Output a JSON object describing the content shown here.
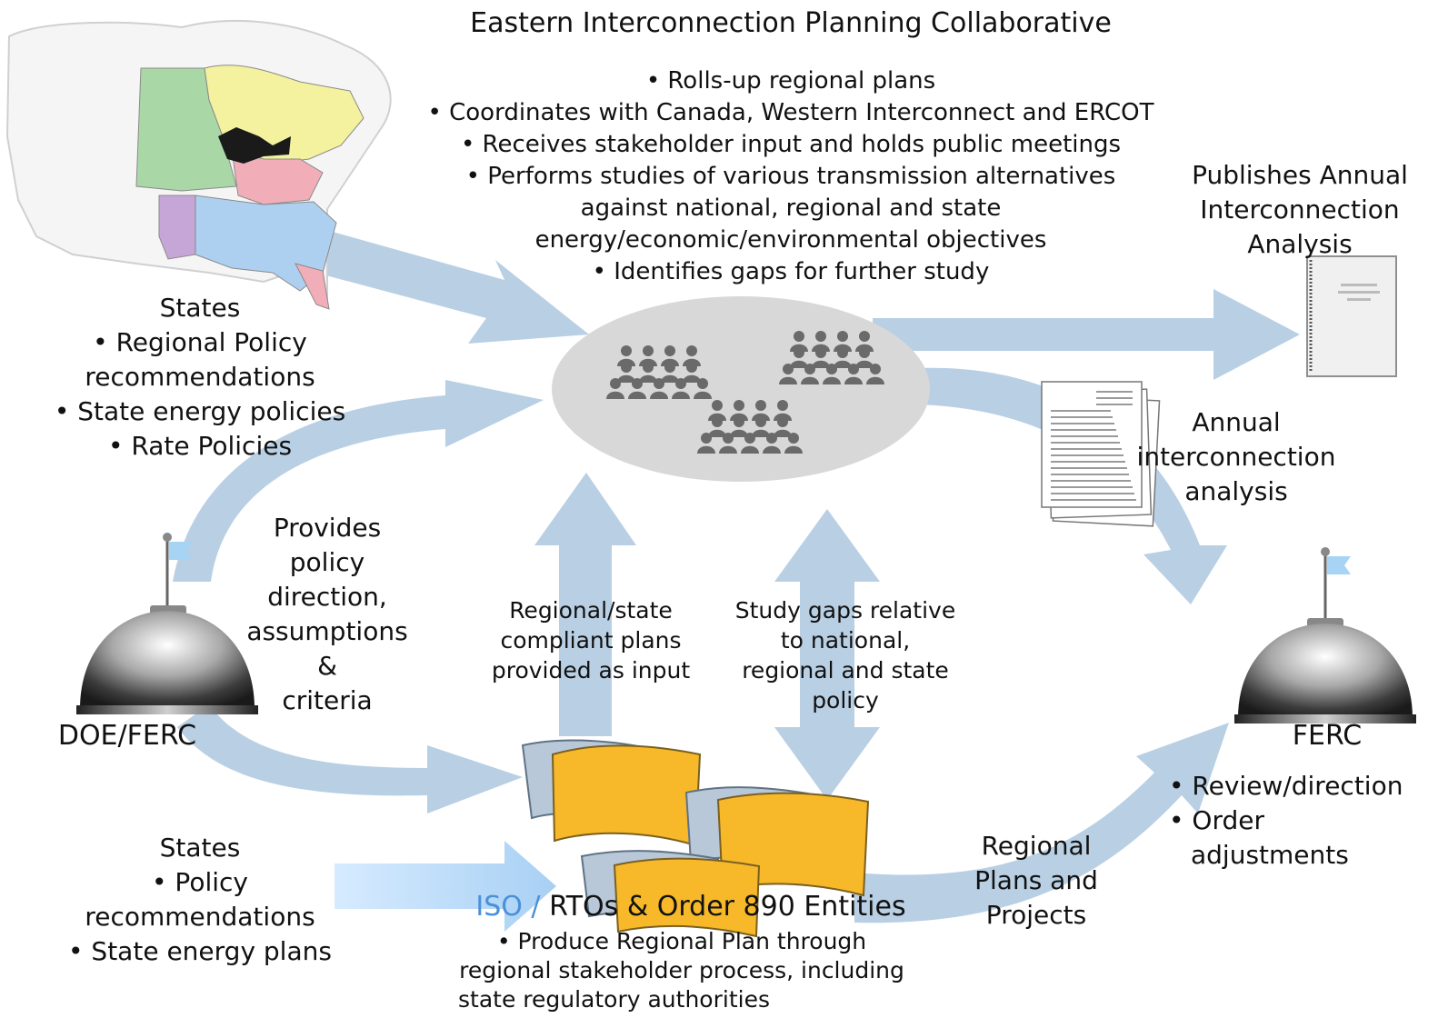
{
  "title": "Eastern Interconnection Planning Collaborative",
  "eipc_bullets": [
    "• Rolls-up regional plans",
    "• Coordinates with Canada, Western Interconnect and ERCOT",
    "• Receives stakeholder input and holds public meetings",
    "• Performs studies of various transmission alternatives",
    "against national, regional and state",
    "energy/economic/environmental objectives",
    "• Identifies gaps for further study"
  ],
  "states_top": {
    "title": "States",
    "lines": [
      "• Regional Policy",
      "recommendations",
      "• State energy policies",
      "• Rate Policies"
    ]
  },
  "publishes": [
    "Publishes Annual",
    "Interconnection",
    "Analysis"
  ],
  "annual_analysis": [
    "Annual",
    "interconnection",
    "analysis"
  ],
  "provides_policy": [
    "Provides",
    "policy",
    "direction,",
    "assumptions",
    "&",
    "criteria"
  ],
  "doe_ferc": "DOE/FERC",
  "ferc": "FERC",
  "ferc_bullets": [
    "• Review/direction",
    "• Order",
    "adjustments"
  ],
  "regional_state_plans": [
    "Regional/state",
    "compliant plans",
    "provided as input"
  ],
  "study_gaps": [
    "Study gaps relative",
    "to national,",
    "regional and state",
    "policy"
  ],
  "states_bottom": {
    "title": "States",
    "lines": [
      "• Policy",
      "recommendations",
      "• State energy plans"
    ]
  },
  "iso_title_prefix": "ISO / ",
  "iso_title_rest": "RTOs & Order 890 Entities",
  "iso_lines": [
    "• Produce Regional Plan through",
    "regional stakeholder process, including",
    "state regulatory authorities"
  ],
  "regional_plans_projects": [
    "Regional",
    "Plans and",
    "Projects"
  ],
  "colors": {
    "arrow": "#b9cfe4",
    "arrow_light": "#cfe3f4",
    "ellipse": "#d8d8d8",
    "people": "#6a6a6a",
    "map_green": "#a9d8a6",
    "map_yellow": "#f4f29e",
    "map_pink": "#f1aeb9",
    "map_blue": "#aed0f0",
    "map_purple": "#c5a6d6",
    "plan_orange": "#f7b92a",
    "flag": "#a7d3f5"
  }
}
